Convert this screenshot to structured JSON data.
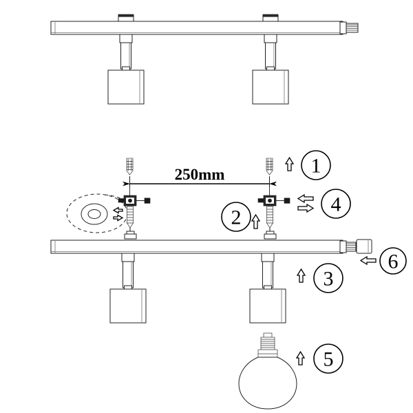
{
  "diagram": {
    "title": "Two-head track light wall/ceiling installation diagram",
    "dimension": {
      "label": "250mm",
      "value": 250,
      "unit": "mm"
    },
    "colors": {
      "line": "#231f20",
      "fill": "#ffffff",
      "accent_dark": "#1a1a1a",
      "gray": "#6f6f6f"
    },
    "steps": [
      {
        "number": "1",
        "name": "wall-anchor",
        "arrow": "up"
      },
      {
        "number": "2",
        "name": "mounting-screw",
        "arrow": "up"
      },
      {
        "number": "3",
        "name": "track-bar",
        "arrow": "up"
      },
      {
        "number": "4",
        "name": "bracket-slide",
        "arrow": "left-right"
      },
      {
        "number": "5",
        "name": "globe-bulb",
        "arrow": "up"
      },
      {
        "number": "6",
        "name": "end-cap",
        "arrow": "left"
      }
    ],
    "detail_callout": {
      "name": "screw-tighten-detail",
      "rotation_arrows": "two"
    },
    "assembly_top": {
      "name": "assembled-fixture",
      "heads": 2
    },
    "assembly_bottom": {
      "name": "exploded-fixture",
      "heads": 2
    }
  }
}
